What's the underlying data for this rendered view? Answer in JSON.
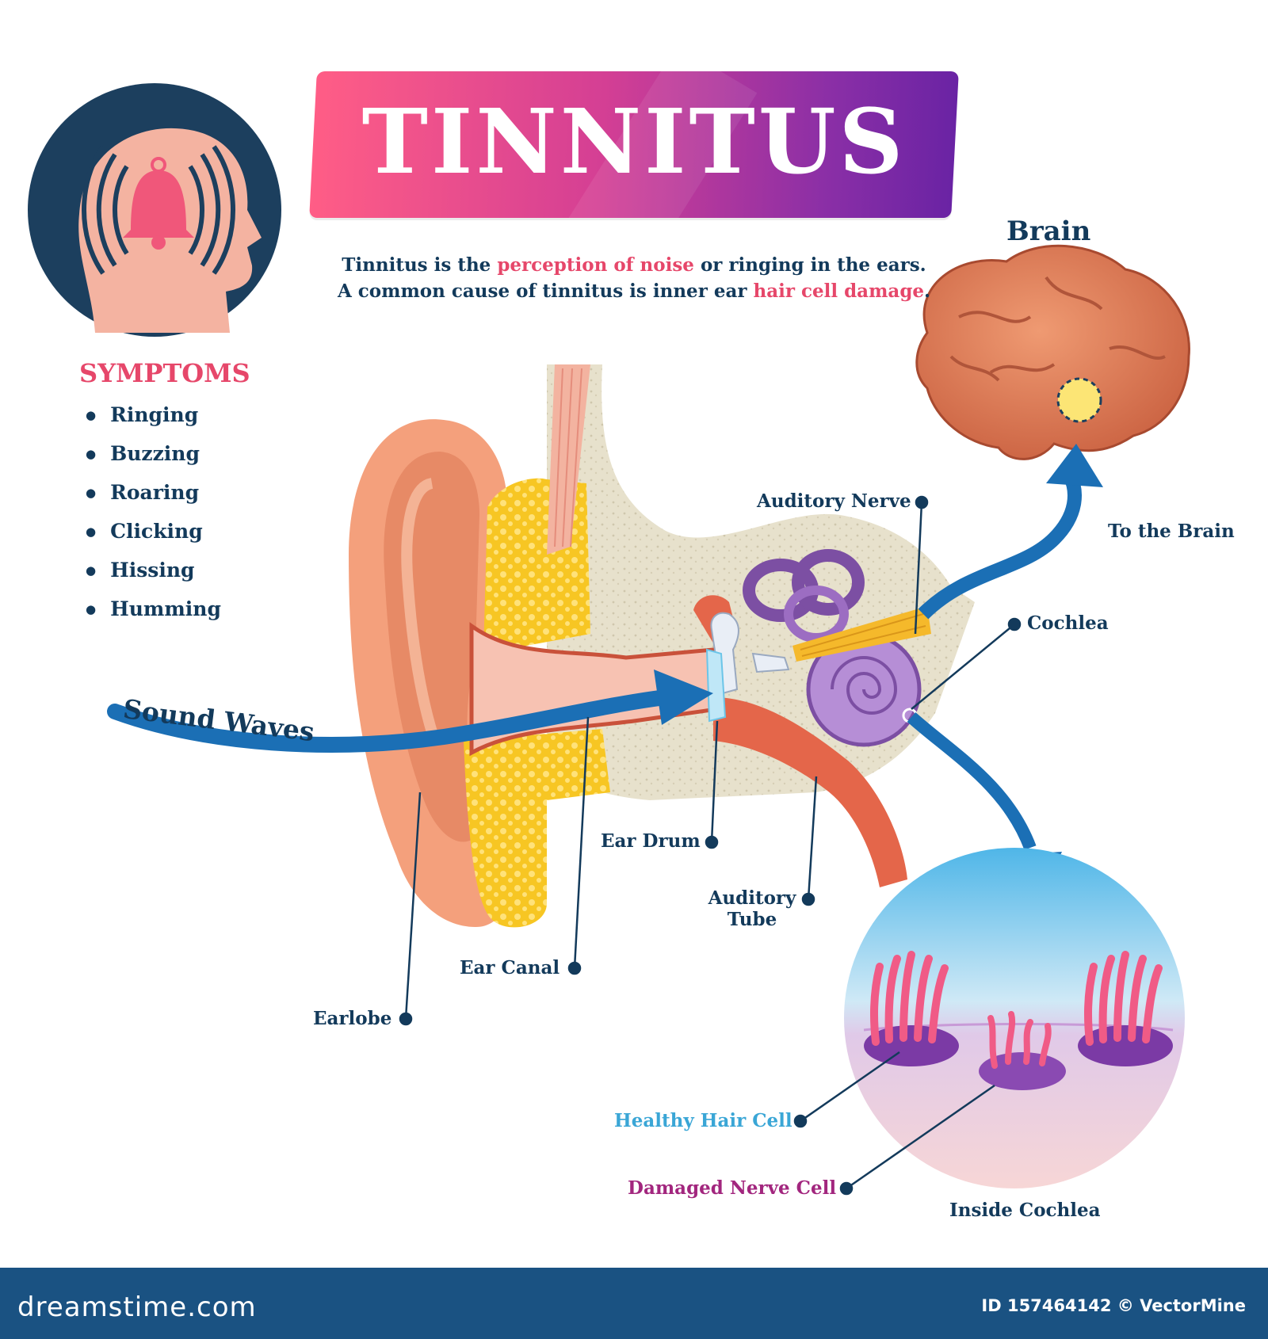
{
  "title": "TINNITUS",
  "description": {
    "line1_prefix": "Tinnitus is the ",
    "line1_highlight": "perception of noise",
    "line1_suffix": " or ringing in the ears.",
    "line2_prefix": "A common cause of tinnitus is inner ear ",
    "line2_highlight": "hair cell damage",
    "line2_suffix": "."
  },
  "symptoms": {
    "title": "SYMPTOMS",
    "items": [
      "Ringing",
      "Buzzing",
      "Roaring",
      "Clicking",
      "Hissing",
      "Humming"
    ]
  },
  "labels": {
    "brain": "Brain",
    "to_the_brain": "To the Brain",
    "auditory_nerve": "Auditory Nerve",
    "cochlea": "Cochlea",
    "sound_waves": "Sound Waves",
    "ear_drum": "Ear Drum",
    "auditory_tube_1": "Auditory",
    "auditory_tube_2": "Tube",
    "ear_canal": "Ear Canal",
    "earlobe": "Earlobe",
    "healthy_hair_cell": "Healthy Hair Cell",
    "damaged_nerve_cell": "Damaged Nerve Cell",
    "inside_cochlea": "Inside Cochlea"
  },
  "footer": {
    "site": "dreamstime.com",
    "id": "ID 157464142 © VectorMine"
  },
  "colors": {
    "navy": "#133a5b",
    "accent_pink": "#e6476a",
    "healthy_blue": "#3aa6d6",
    "damaged_purple": "#a2267e",
    "arrow_blue": "#1b6fb5"
  }
}
